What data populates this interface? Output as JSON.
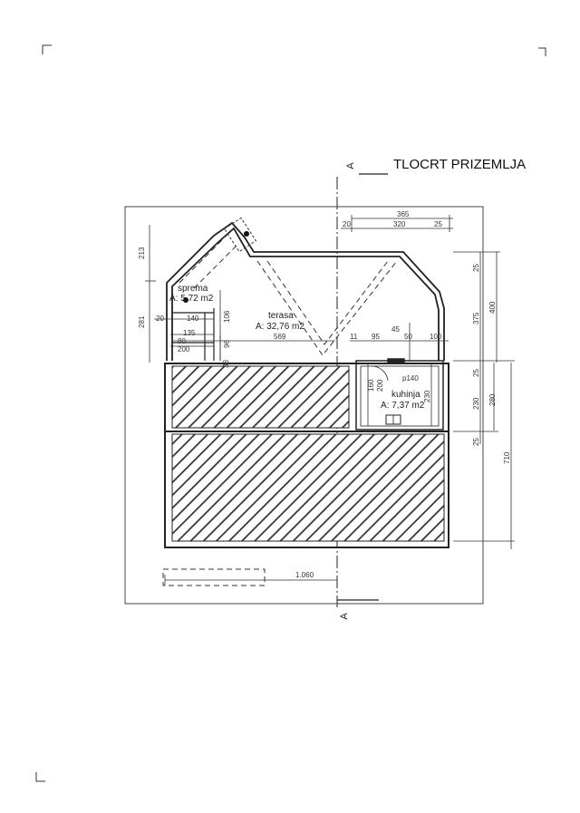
{
  "title": "TLOCRT PRIZEMLJA",
  "section_marker": "A",
  "rooms": {
    "sprema": {
      "name": "sprema",
      "area": "A: 5,72 m2"
    },
    "terasa": {
      "name": "terasa",
      "area": "A: 32,76 m2"
    },
    "kuhinja": {
      "name": "kuhinja",
      "area": "A: 7,37 m2"
    },
    "door_label": "p140"
  },
  "dims_top": {
    "d365": "365",
    "d20": "20",
    "d320": "320",
    "d25": "25"
  },
  "dims_left": {
    "d213": "213",
    "d281": "281",
    "d20": "20",
    "d140": "140",
    "d135": "135",
    "d80": "80",
    "d106": "106",
    "d96": "96",
    "d200": "200",
    "d33": "33"
  },
  "dims_mid": {
    "d569": "569",
    "d11": "11",
    "d95": "95",
    "d45": "45",
    "d50": "50",
    "d100": "100",
    "d160": "160",
    "d200v": "200",
    "d230v": "230"
  },
  "dims_right": {
    "d25a": "25",
    "d375": "375",
    "d400": "400",
    "d25b": "25",
    "d230": "230",
    "d280": "280",
    "d25c": "25",
    "d710": "710"
  },
  "dims_bottom": {
    "d1060": "1.060"
  }
}
